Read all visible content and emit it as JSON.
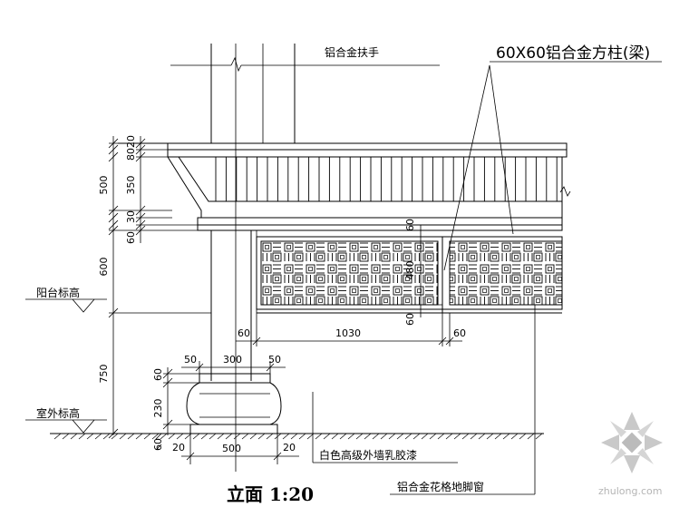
{
  "labels": {
    "handrail": "铝合金扶手",
    "column": "60X60铝合金方柱(梁)",
    "balcony_level": "阳台标高",
    "outdoor_level": "室外标高",
    "paint": "白色高级外墙乳胶漆",
    "window": "铝合金花格地脚窗",
    "title": "立面  1:20",
    "watermark": "zhulong.com"
  },
  "dims": {
    "d20_top": "20",
    "d80": "80",
    "d500": "500",
    "d350": "350",
    "d30": "30",
    "d60_left": "60",
    "d600": "600",
    "d750": "750",
    "d60_panel_top": "60",
    "d480": "480",
    "d60_panel_bot": "60",
    "d60_post": "60",
    "d1030": "1030",
    "d60_right": "60",
    "d50_left": "50",
    "d300": "300",
    "d50_right": "50",
    "d60_base": "60",
    "d230": "230",
    "d60_ground": "60",
    "d20_bl": "20",
    "d500_bottom": "500",
    "d20_br": "20"
  },
  "colors": {
    "line": "#000000",
    "watermark": "#b5b5b5",
    "background": "#ffffff"
  }
}
